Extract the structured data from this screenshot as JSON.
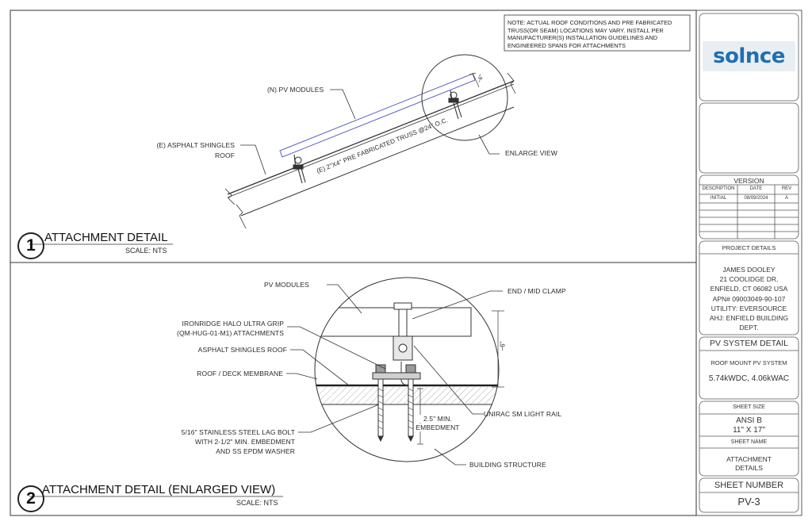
{
  "note": "NOTE: ACTUAL ROOF CONDITIONS AND PRE FABRICATED TRUSS(OR SEAM) LOCATIONS MAY VARY. INSTALL PER MANUFACTURER(S) INSTALLATION GUIDELINES AND ENGINEERED SPANS FOR ATTACHMENTS",
  "detail1": {
    "number": "1",
    "title": "ATTACHMENT DETAIL",
    "scale": "SCALE:  NTS",
    "labels": {
      "pv_modules": "(N) PV MODULES",
      "shingles_line1": "(E) ASPHALT SHINGLES",
      "shingles_line2": "ROOF",
      "truss": "(E) 2\"X4\" PRE FABRICATED TRUSS @24\" O.C.",
      "enlarge": "ENLARGE VIEW",
      "dim": "~6\""
    }
  },
  "detail2": {
    "number": "2",
    "title": "ATTACHMENT DETAIL (ENLARGED VIEW)",
    "scale": "SCALE:  NTS",
    "labels": {
      "pv_modules": "PV MODULES",
      "end_mid_clamp": "END / MID CLAMP",
      "ironridge_line1": "IRONRIDGE HALO ULTRA GRIP",
      "ironridge_line2": "(QM-HUG-01-M1) ATTACHMENTS",
      "shingles": "ASPHALT SHINGLES ROOF",
      "membrane": "ROOF / DECK MEMBRANE",
      "rail": "UNIRAC SM LIGHT RAIL",
      "lag_line1": "5/16\" STAINLESS STEEL LAG BOLT",
      "lag_line2": "WITH 2-1/2\" MIN. EMBEDMENT",
      "lag_line3": "AND SS EPDM WASHER",
      "embed_line1": "2.5\" MIN.",
      "embed_line2": "EMBEDMENT",
      "structure": "BUILDING STRUCTURE",
      "dim": "~6\""
    }
  },
  "titleblock": {
    "logo": "solnce",
    "version_title": "VERSION",
    "version_headers": [
      "DESCRIPTION",
      "DATE",
      "REV"
    ],
    "version_rows": [
      [
        "INITIAL",
        "08/09/2024",
        "A"
      ]
    ],
    "project_details_title": "PROJECT DETAILS",
    "project_lines": [
      "JAMES DOOLEY",
      "21 COOLIDGE DR,",
      "ENFIELD, CT 06082 USA",
      "APN# 09003049-90-107",
      "UTILITY: EVERSOURCE",
      "AHJ: ENFIELD BUILDING",
      "DEPT."
    ],
    "system_title": "PV SYSTEM DETAIL",
    "system_type": "ROOF MOUNT PV SYSTEM",
    "system_size": "5.74kWDC, 4.06kWAC",
    "sheet_size_title": "SHEET SIZE",
    "sheet_size_line1": "ANSI B",
    "sheet_size_line2": "11\" X 17\"",
    "sheet_name_title": "SHEET NAME",
    "sheet_name_line1": "ATTACHMENT",
    "sheet_name_line2": "DETAILS",
    "sheet_number_title": "SHEET NUMBER",
    "sheet_number": "PV-3"
  }
}
